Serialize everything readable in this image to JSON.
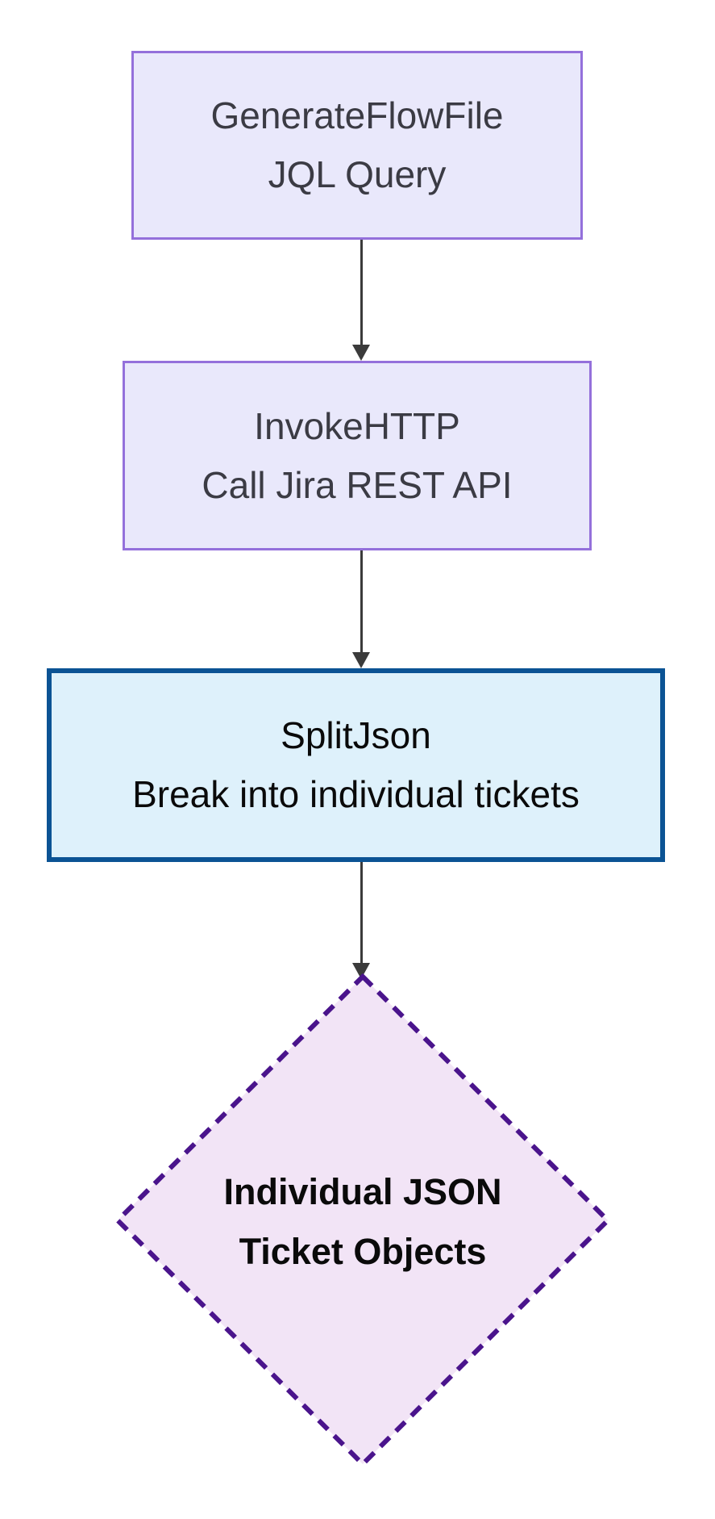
{
  "colors": {
    "background": "#FFFFFF",
    "process_fill": "#E9E8FB",
    "process_stroke": "#9470DB",
    "process_text": "#3B3B44",
    "split_fill": "#DEF1FB",
    "split_stroke": "#0B5394",
    "diamond_fill": "#F2E4F6",
    "diamond_stroke": "#4A148C",
    "dark_text": "#0A0A0A",
    "arrow": "#3B3B3B"
  },
  "nodes": {
    "generate_flowfile": {
      "shape": "rectangle",
      "line1": "GenerateFlowFile",
      "line2": "JQL Query"
    },
    "invoke_http": {
      "shape": "rectangle",
      "line1": "InvokeHTTP",
      "line2": "Call Jira REST API"
    },
    "split_json": {
      "shape": "rectangle",
      "line1": "SplitJson",
      "line2": "Break into individual tickets"
    },
    "ticket_objects": {
      "shape": "diamond",
      "line1": "Individual JSON",
      "line2": "Ticket Objects"
    }
  },
  "edges": [
    {
      "from": "generate_flowfile",
      "to": "invoke_http"
    },
    {
      "from": "invoke_http",
      "to": "split_json"
    },
    {
      "from": "split_json",
      "to": "ticket_objects"
    }
  ]
}
